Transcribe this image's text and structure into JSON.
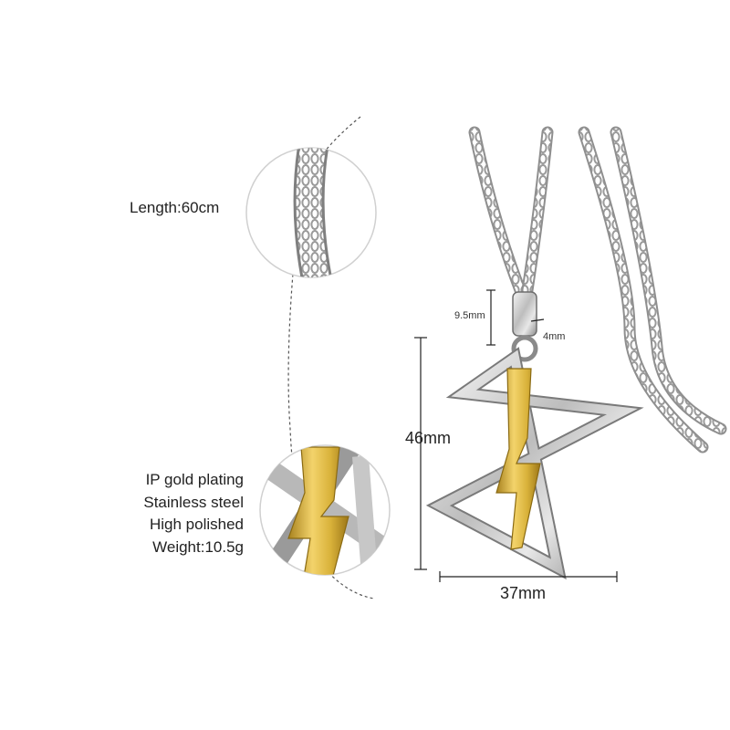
{
  "chain_spec": {
    "length": "Length:60cm"
  },
  "pendant_specs": [
    "IP gold plating",
    "Stainless steel",
    "High polished",
    "Weight:10.5g"
  ],
  "dimensions": {
    "bail_height": "9.5mm",
    "bail_width": "4mm",
    "pendant_height": "46mm",
    "pendant_width": "37mm"
  },
  "colors": {
    "gold": "#d9b23a",
    "steel": "#c9c9c9",
    "steel_dark": "#6e6e6e",
    "text": "#222222"
  }
}
